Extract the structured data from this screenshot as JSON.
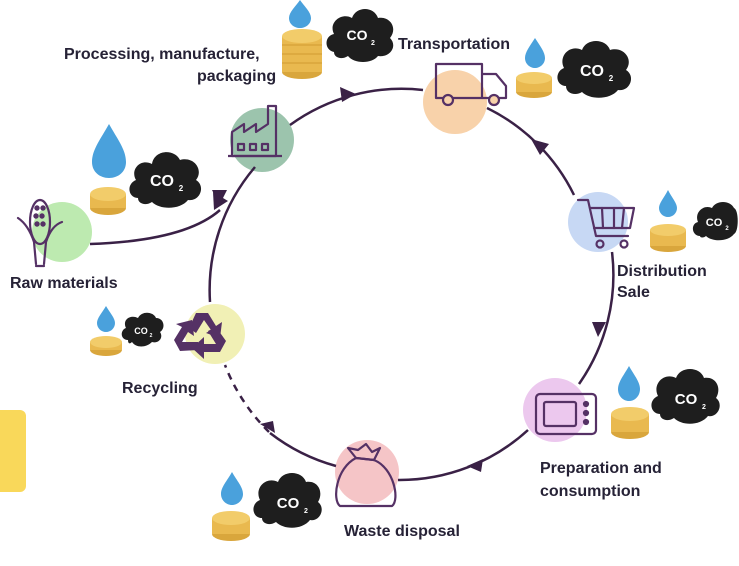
{
  "stages": {
    "raw_materials": "Raw materials",
    "processing_line1": "Processing, manufacture,",
    "processing_line2": "packaging",
    "transportation": "Transportation",
    "distribution_line1": "Distribution",
    "distribution_line2": "Sale",
    "preparation_line1": "Preparation and",
    "preparation_line2": "consumption",
    "waste_disposal": "Waste disposal",
    "recycling": "Recycling"
  },
  "co2": {
    "main": "CO",
    "sub": "2"
  },
  "colors": {
    "ring": "#3a2146",
    "icon_stroke": "#553165",
    "raw_materials_bg": "#bdeab0",
    "processing_bg": "#9cc4ad",
    "transportation_bg": "#f8d2aa",
    "distribution_bg": "#c7d8f4",
    "preparation_bg": "#ecc8ee",
    "waste_bg": "#f5c5c7",
    "recycling_bg": "#f1f0b5",
    "droplet": "#4aa1dc",
    "coin": "#e9b94f",
    "cloud": "#1e1e1e",
    "side_tab": "#f9d85a"
  },
  "icons": [
    "corn-icon",
    "factory-icon",
    "truck-icon",
    "shopping-cart-icon",
    "microwave-icon",
    "trash-bag-icon",
    "recycle-icon",
    "water-droplet-icon",
    "coin-stack-icon",
    "co2-cloud-icon"
  ]
}
